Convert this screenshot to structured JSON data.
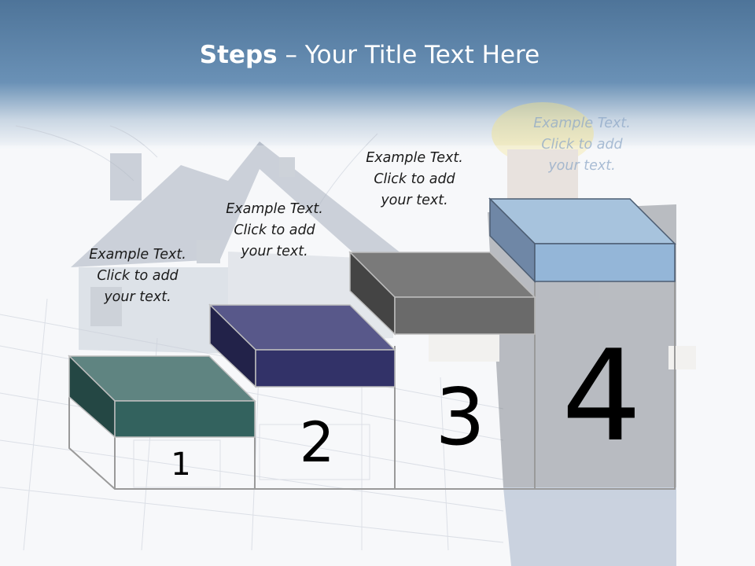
{
  "slide": {
    "title_bold": "Steps",
    "title_rest": " – Your Title Text Here"
  },
  "steps": [
    {
      "number": "1",
      "text": [
        "Example Text.",
        "Click  to add",
        "your text."
      ],
      "color": "#2e5f5b"
    },
    {
      "number": "2",
      "text": [
        "Example Text.",
        "Click  to add",
        "your text."
      ],
      "color": "#34346a"
    },
    {
      "number": "3",
      "text": [
        "Example Text.",
        "Click  to add",
        "your text."
      ],
      "color": "#6e6e6e"
    },
    {
      "number": "4",
      "text": [
        "Example Text.",
        "Click  to add",
        "your text."
      ],
      "color": "#9ab8d6"
    }
  ],
  "colors": {
    "title_band": "#5a84a8",
    "background": "#f4f6f9"
  }
}
